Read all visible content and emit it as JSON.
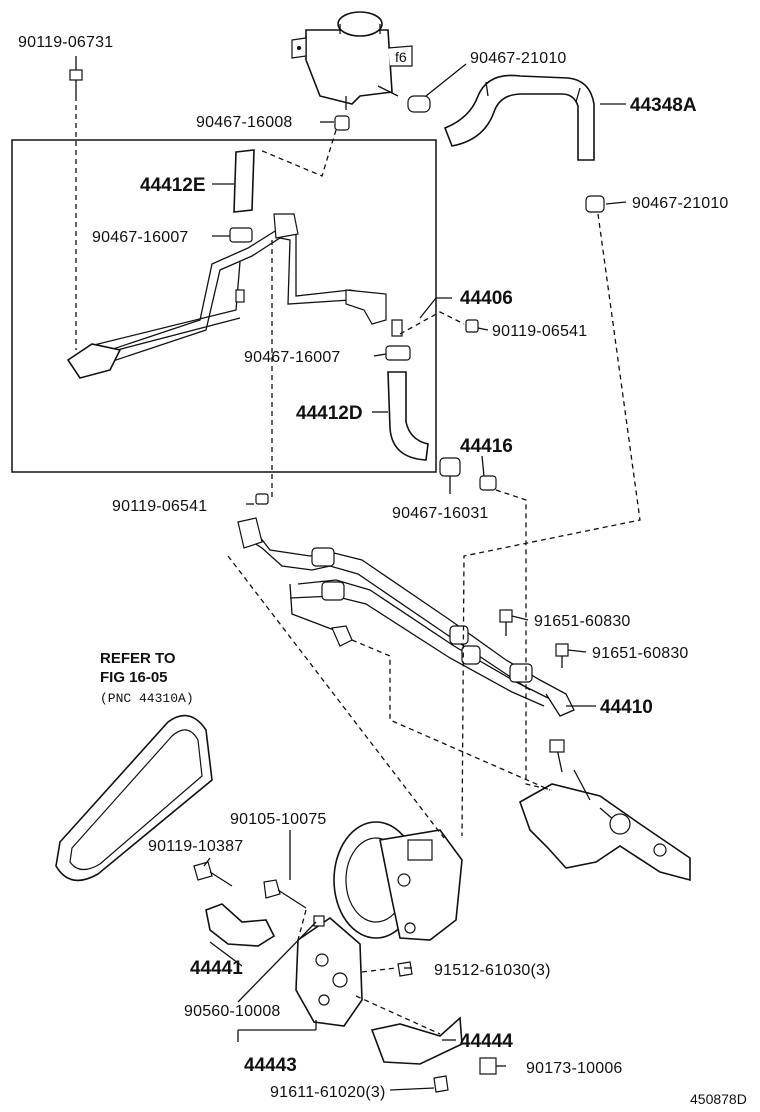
{
  "diagram_id": "450878D",
  "reference_note": {
    "line1": "REFER TO",
    "line2": "FIG 16-05",
    "line3": "(PNC 44310A)"
  },
  "parts": {
    "p_90119_06731": "90119-06731",
    "p_90467_21010_top": "90467-21010",
    "p_44348A": "44348A",
    "p_90467_16008": "90467-16008",
    "p_44412E": "44412E",
    "p_90467_21010_right": "90467-21010",
    "p_90467_16007_a": "90467-16007",
    "p_44406": "44406",
    "p_90119_06541_a": "90119-06541",
    "p_90467_16007_b": "90467-16007",
    "p_44412D": "44412D",
    "p_44416": "44416",
    "p_90119_06541_b": "90119-06541",
    "p_90467_16031": "90467-16031",
    "p_91651_60830_a": "91651-60830",
    "p_91651_60830_b": "91651-60830",
    "p_44410": "44410",
    "p_90105_10075": "90105-10075",
    "p_90119_10387": "90119-10387",
    "p_44441": "44441",
    "p_91512_61030": "91512-61030(3)",
    "p_90560_10008": "90560-10008",
    "p_44444": "44444",
    "p_44443": "44443",
    "p_90173_10006": "90173-10006",
    "p_91611_61020": "91611-61020(3)"
  }
}
